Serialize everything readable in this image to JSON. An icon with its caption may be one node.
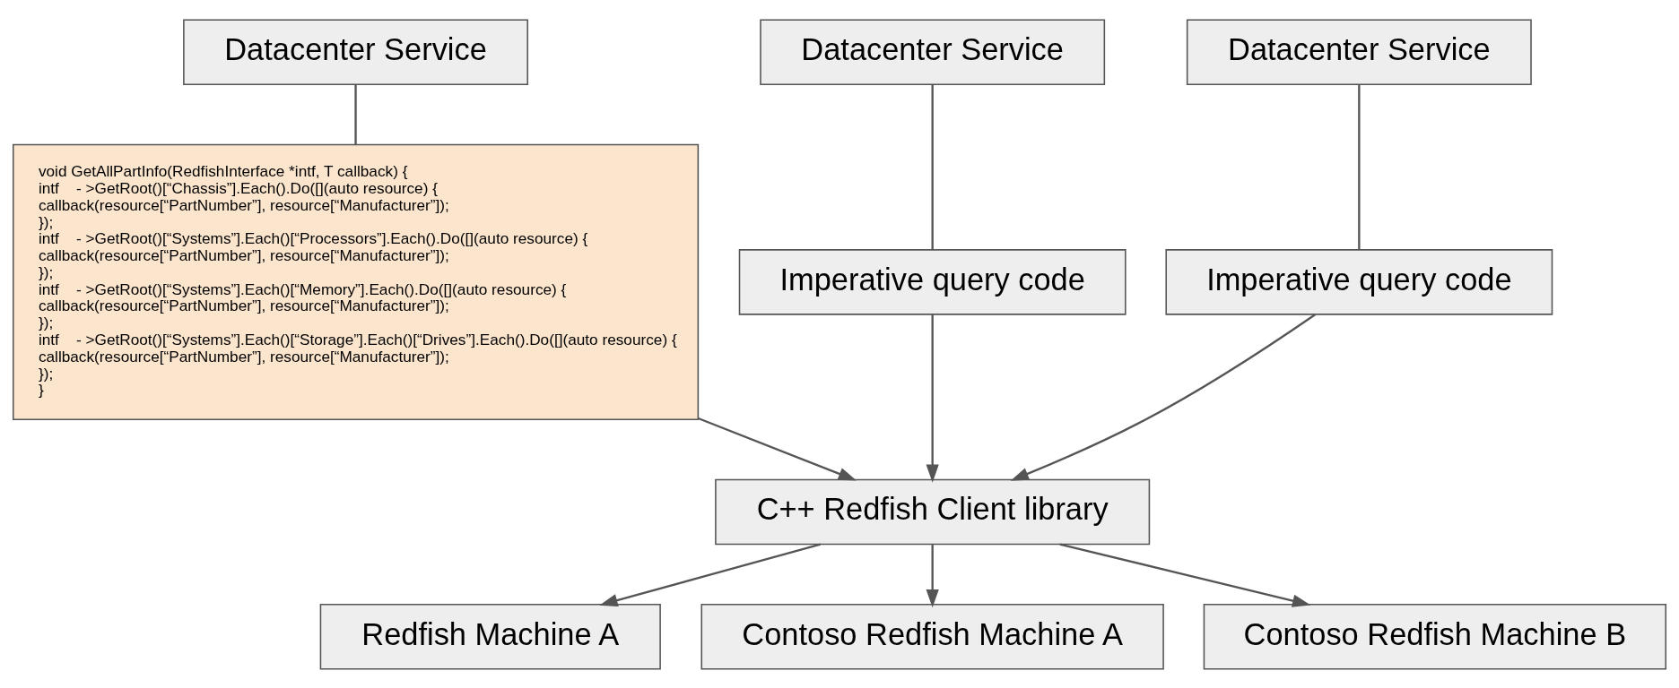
{
  "diagram": {
    "nodes": [
      {
        "text": [
          "Datacenter Service"
        ]
      },
      {
        "text": [
          "Datacenter Service"
        ]
      },
      {
        "text": [
          "Datacenter Service"
        ]
      },
      {
        "text": [
          "void GetAllPartInfo(RedfishInterface *intf, T callback) {",
          "intf    - >GetRoot()[“Chassis”].Each().Do([](auto resource) {",
          "callback(resource[“PartNumber”], resource[“Manufacturer”]);",
          "});",
          "intf    - >GetRoot()[“Systems”].Each()[“Processors”].Each().Do([](auto resource) {",
          "callback(resource[“PartNumber”], resource[“Manufacturer”]);",
          "});",
          "intf    - >GetRoot()[“Systems”].Each()[“Memory”].Each().Do([](auto resource) {",
          "callback(resource[“PartNumber”], resource[“Manufacturer”]);",
          "});",
          "intf    - >GetRoot()[“Systems”].Each()[“Storage”].Each()[“Drives”].Each().Do([](auto resource) {",
          "callback(resource[“PartNumber”], resource[“Manufacturer”]);",
          "});",
          "}"
        ]
      },
      {
        "text": [
          "Imperative query code"
        ]
      },
      {
        "text": [
          "Imperative query code"
        ]
      },
      {
        "text": [
          "C++ Redfish Client library"
        ]
      },
      {
        "text": [
          "Redfish Machine A"
        ]
      },
      {
        "text": [
          "Contoso Redfish Machine A"
        ]
      },
      {
        "text": [
          "Contoso Redfish Machine B"
        ]
      }
    ],
    "edges": [
      {
        "from": 0,
        "to": 3,
        "arrow": "none"
      },
      {
        "from": 1,
        "to": 4,
        "arrow": "none"
      },
      {
        "from": 2,
        "to": 5,
        "arrow": "none"
      },
      {
        "from": 3,
        "to": 6,
        "arrow": "to"
      },
      {
        "from": 4,
        "to": 6,
        "arrow": "to"
      },
      {
        "from": 5,
        "to": 6,
        "arrow": "to"
      },
      {
        "from": 6,
        "to": 7,
        "arrow": "to"
      },
      {
        "from": 6,
        "to": 8,
        "arrow": "to"
      },
      {
        "from": 6,
        "to": 9,
        "arrow": "to"
      }
    ]
  }
}
